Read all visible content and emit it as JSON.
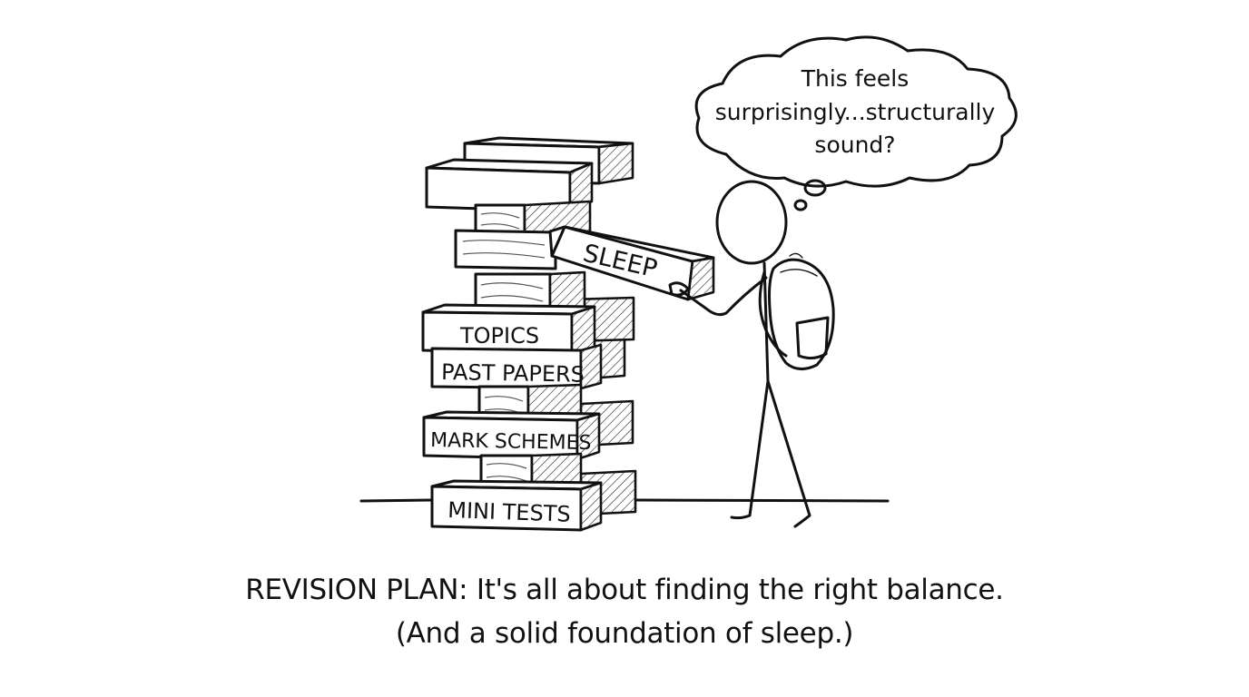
{
  "thought_bubble": {
    "line_1": "This feels",
    "line_2": "surprisingly...structurally",
    "line_3": "sound?"
  },
  "blocks": {
    "sleep": "SLEEP",
    "topics": "TOPICS",
    "past_papers": "PAST PAPERS",
    "mark_schemes": "MARK SCHEMES",
    "mini_tests": "MINI TESTS"
  },
  "caption": {
    "line_1": "REVISION PLAN: It's all about finding the right balance.",
    "line_2": "(And a solid foundation of sleep.)"
  }
}
